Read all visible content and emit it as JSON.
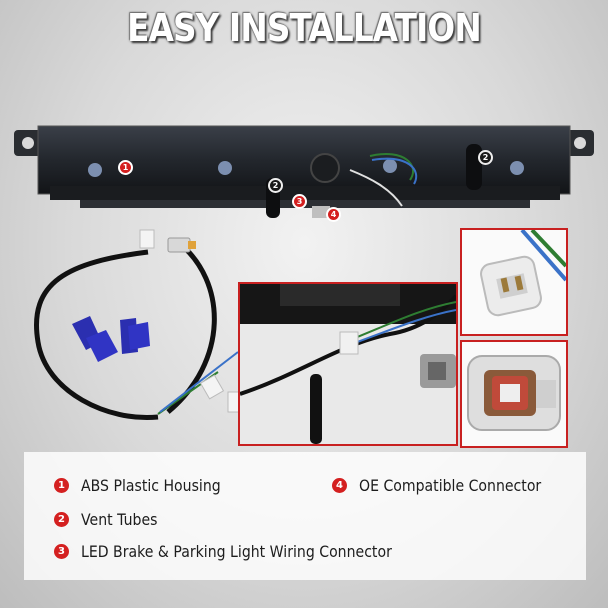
{
  "title": "EASY INSTALLATION",
  "markers": {
    "one": "1",
    "two": "2",
    "three": "3",
    "four": "4"
  },
  "legend": {
    "items": [
      {
        "num": "1",
        "label": "ABS Plastic Housing"
      },
      {
        "num": "4",
        "label": "OE Compatible Connector"
      },
      {
        "num": "2",
        "label": "Vent Tubes"
      },
      {
        "num": "3",
        "label": "LED Brake & Parking Light Wiring Connector"
      }
    ]
  },
  "colors": {
    "accent": "#d42020",
    "frame": "#c82020"
  }
}
